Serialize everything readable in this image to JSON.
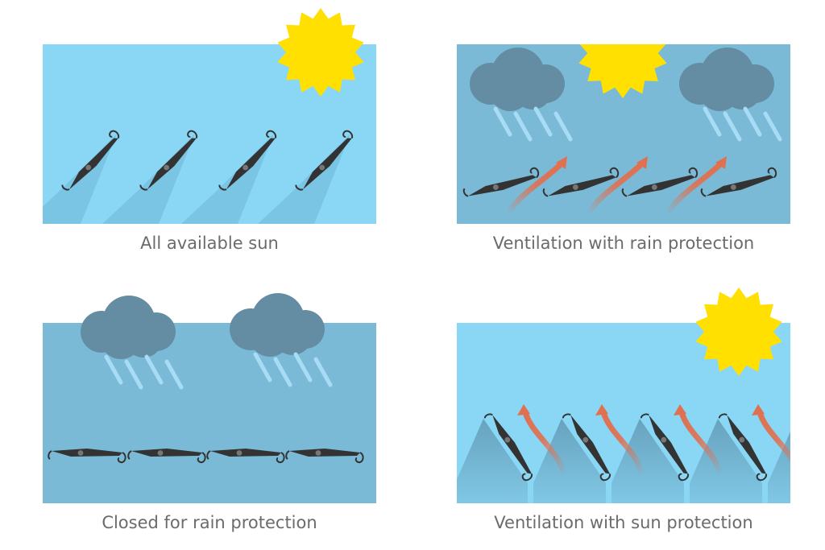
{
  "colors": {
    "sky_sunny": "#8ad6f5",
    "sky_rainy": "#7bbad6",
    "sun": "#ffe000",
    "cloud": "#648da3",
    "rain": "#a8dcf5",
    "louver": "#333333",
    "airflow_arrow": "#e07050"
  },
  "panels": [
    {
      "caption": "All available sun",
      "sun": true,
      "clouds": 0,
      "louver_state": "open-sun"
    },
    {
      "caption": "Ventilation with rain protection",
      "sun": true,
      "clouds": 2,
      "louver_state": "ventilation-rain"
    },
    {
      "caption": "Closed for rain protection",
      "sun": false,
      "clouds": 2,
      "louver_state": "closed"
    },
    {
      "caption": "Ventilation with sun protection",
      "sun": true,
      "clouds": 0,
      "louver_state": "ventilation-sun"
    }
  ]
}
